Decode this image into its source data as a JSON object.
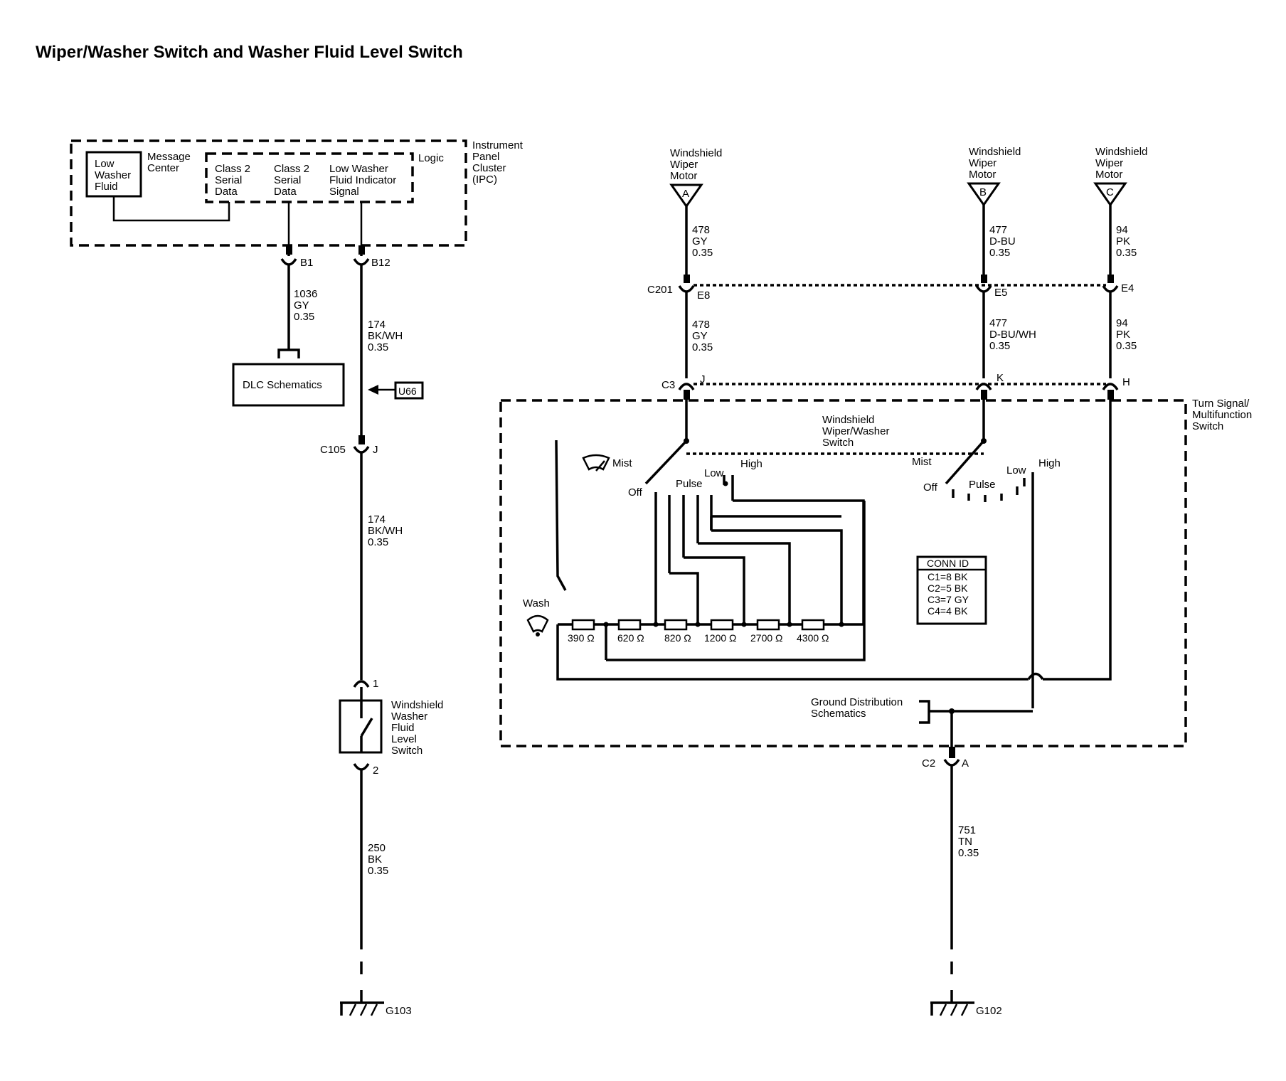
{
  "title": "Wiper/Washer Switch and Washer Fluid Level Switch",
  "ipc": {
    "name": [
      "Instrument",
      "Panel",
      "Cluster",
      "(IPC)"
    ],
    "logic": "Logic",
    "message_center": [
      "Message",
      "Center"
    ],
    "low_washer_fluid": [
      "Low",
      "Washer",
      "Fluid"
    ],
    "class2_a": [
      "Class 2",
      "Serial",
      "Data"
    ],
    "class2_b": [
      "Class 2",
      "Serial",
      "Data"
    ],
    "low_washer_signal": [
      "Low Washer",
      "Fluid Indicator",
      "Signal"
    ]
  },
  "left_circuit": {
    "pin_b1": "B1",
    "pin_b12": "B12",
    "wire_1036": [
      "1036",
      "GY",
      "0.35"
    ],
    "dlc": "DLC Schematics",
    "wire_174_top": [
      "174",
      "BK/WH",
      "0.35"
    ],
    "u66": "U66",
    "c105": "C105",
    "c105_pin": "J",
    "wire_174_bottom": [
      "174",
      "BK/WH",
      "0.35"
    ],
    "pin_1": "1",
    "pin_2": "2",
    "fluid_switch": [
      "Windshield",
      "Washer",
      "Fluid",
      "Level",
      "Switch"
    ],
    "wire_250": [
      "250",
      "BK",
      "0.35"
    ],
    "ground": "G103"
  },
  "motor": {
    "label_a": [
      "Windshield",
      "Wiper",
      "Motor"
    ],
    "label_b": [
      "Windshield",
      "Wiper",
      "Motor"
    ],
    "label_c": [
      "Windshield",
      "Wiper",
      "Motor"
    ],
    "pin_a": "A",
    "pin_b": "B",
    "pin_c": "C"
  },
  "wires_upper": {
    "a": [
      "478",
      "GY",
      "0.35"
    ],
    "b": [
      "477",
      "D-BU",
      "0.35"
    ],
    "c": [
      "94",
      "PK",
      "0.35"
    ]
  },
  "c201": {
    "name": "C201",
    "e8": "E8",
    "e5": "E5",
    "e4": "E4"
  },
  "wires_lower": {
    "a": [
      "478",
      "GY",
      "0.35"
    ],
    "b": [
      "477",
      "D-BU/WH",
      "0.35"
    ],
    "c": [
      "94",
      "PK",
      "0.35"
    ]
  },
  "c3": {
    "name": "C3",
    "j": "J",
    "k": "K",
    "h": "H"
  },
  "multifunction": {
    "name": [
      "Turn Signal/",
      "Multifunction",
      "Switch"
    ],
    "wiper_switch": [
      "Windshield",
      "Wiper/Washer",
      "Switch"
    ],
    "left_positions": {
      "mist": "Mist",
      "off": "Off",
      "pulse": "Pulse",
      "low": "Low",
      "high": "High"
    },
    "right_positions": {
      "mist": "Mist",
      "off": "Off",
      "pulse": "Pulse",
      "low": "Low",
      "high": "High"
    },
    "wash": "Wash",
    "resistors": [
      "390 Ω",
      "620 Ω",
      "820 Ω",
      "1200 Ω",
      "2700 Ω",
      "4300 Ω"
    ],
    "conn_id": {
      "header": "CONN ID",
      "rows": [
        "C1=8 BK",
        "C2=5 BK",
        "C3=7 GY",
        "C4=4 BK"
      ]
    },
    "ground_dist": [
      "Ground Distribution",
      "Schematics"
    ]
  },
  "right_circuit": {
    "c2": "C2",
    "c2_pin": "A",
    "wire_751": [
      "751",
      "TN",
      "0.35"
    ],
    "ground": "G102"
  }
}
